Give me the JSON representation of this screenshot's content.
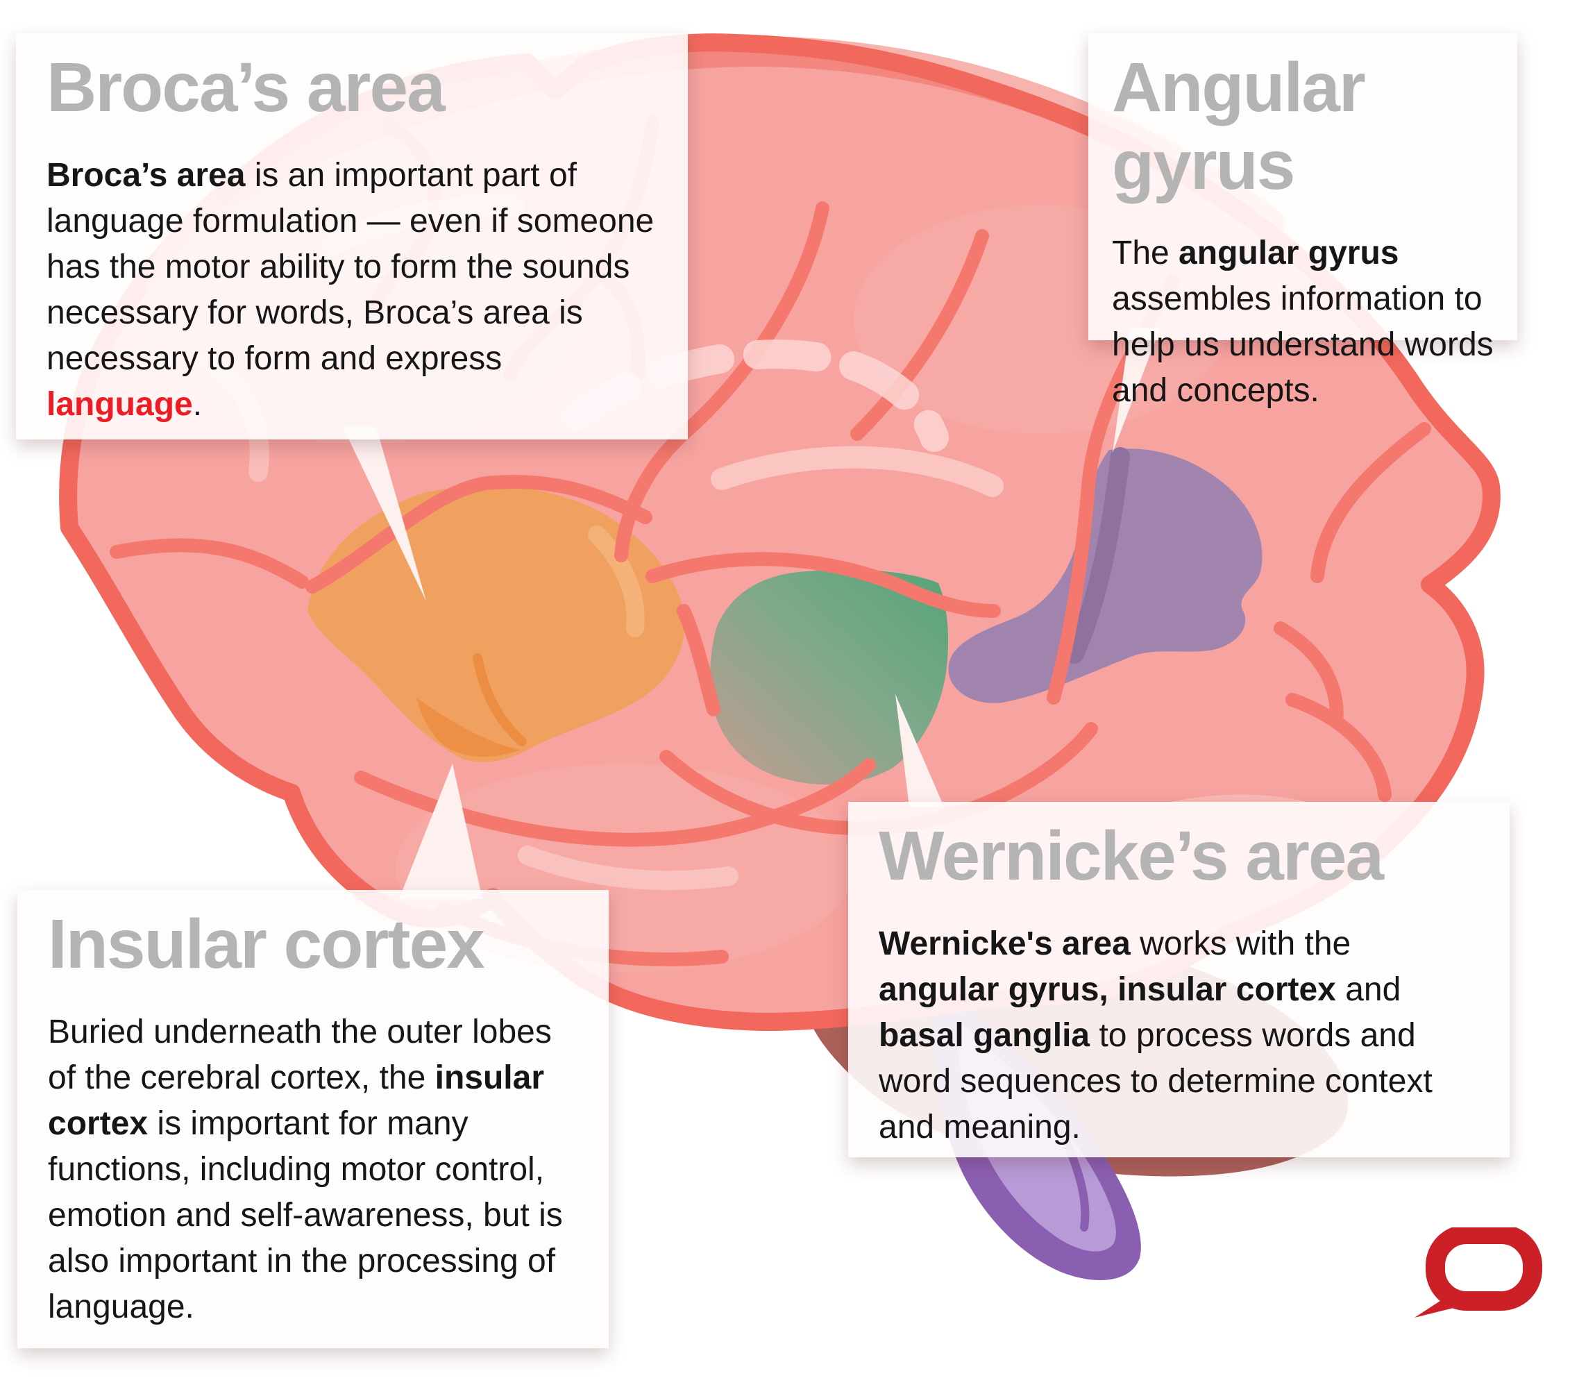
{
  "callouts": {
    "broca": {
      "title": "Broca’s area",
      "segments": {
        "s0": "Broca’s area",
        "s1": " is an important part of language formulation — even if someone has the motor ability to form the sounds necessary for words, Broca’s area is necessary to form and express ",
        "s2": "language",
        "s3": "."
      }
    },
    "angular": {
      "title": "Angular gyrus",
      "segments": {
        "s0": "The ",
        "s1": "angular gyrus",
        "s2": " assembles information to help us understand words and concepts."
      }
    },
    "insular": {
      "title": "Insular cortex",
      "segments": {
        "s0": "Buried underneath the outer lobes of the cerebral cortex, the ",
        "s1": "insular cortex",
        "s2": " is important for many functions, including motor control, emotion and self-awareness, but is also important in the processing of language."
      }
    },
    "wernicke": {
      "title": "Wernicke’s area",
      "segments": {
        "s0": "Wernicke's area",
        "s1": " works with the ",
        "s2": "angular gyrus, insular cortex",
        "s3": " and ",
        "s4": "basal ganglia",
        "s5": " to process words and word sequences to determine context and meaning."
      }
    }
  },
  "brain": {
    "regions": {
      "broca": {
        "label": "Broca's area region",
        "color": "#F0A160"
      },
      "wernicke": {
        "label": "Wernicke's area region",
        "color": "#55A476"
      },
      "angular": {
        "label": "Angular gyrus region",
        "color": "#8F7EB2"
      },
      "insular": {
        "label": "Insular cortex (buried, pointer only)",
        "color": "#F7A4A1"
      }
    }
  },
  "icons": {
    "logo": "the-conversation-speech-bubble-icon"
  },
  "colors": {
    "brain_fill": "#F7A4A1",
    "brain_outline": "#F2685D",
    "sulcus": "#F4786D",
    "highlight": "#FBCDC9",
    "broca_orange": "#F0A160",
    "broca_orange_dark": "#EC8D42",
    "wernicke_green": "#55A476",
    "wernicke_gradient_from": "#C49C92",
    "angular_purple": "#8F7EB2",
    "angular_purple_dark": "#77689D",
    "brainstem_outer": "#8A5FB2",
    "brainstem_inner": "#B69BD6",
    "cerebellum": "#AB615A",
    "cerebellum_stripe": "#97534C",
    "title_gray": "#B4B4B4",
    "text_black": "#161616",
    "red_accent": "#ED1B23",
    "logo_red": "#CB2026",
    "pointer_fill": "#FDF1F0"
  }
}
